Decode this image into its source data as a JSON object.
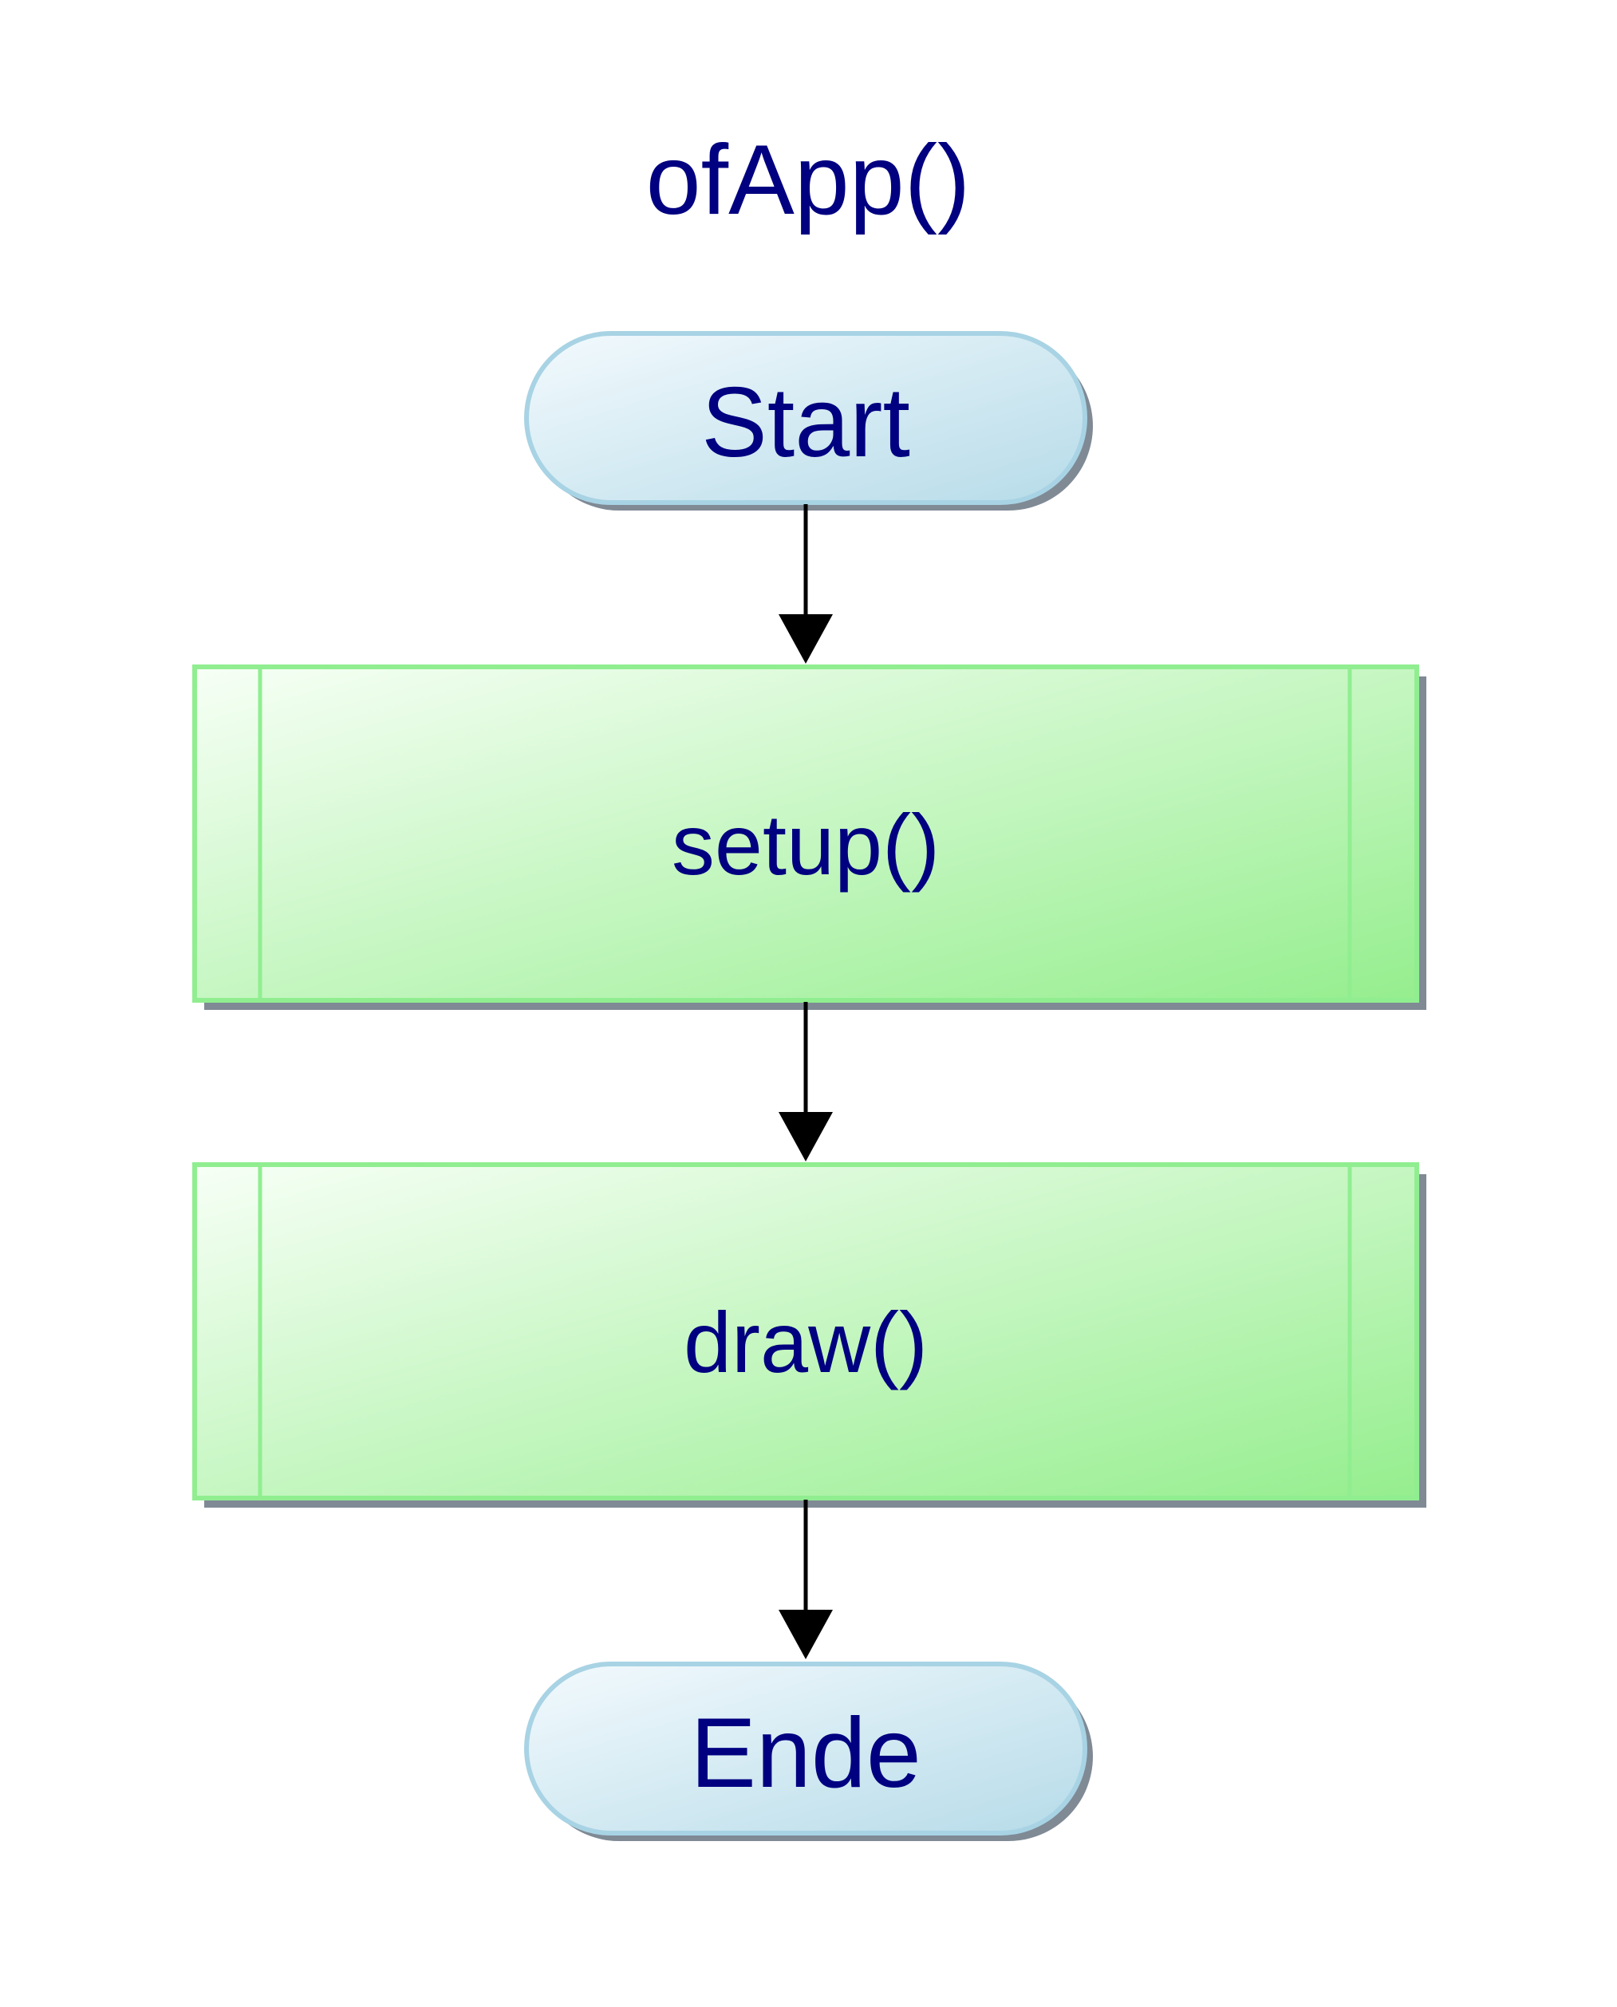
{
  "diagram": {
    "title": "ofApp()",
    "nodes": [
      {
        "id": "start",
        "shape": "terminator",
        "label": "Start"
      },
      {
        "id": "setup",
        "shape": "predefined-process",
        "label": "setup()"
      },
      {
        "id": "draw",
        "shape": "predefined-process",
        "label": "draw()"
      },
      {
        "id": "end",
        "shape": "terminator",
        "label": "Ende"
      }
    ],
    "edges": [
      {
        "from": "start",
        "to": "setup"
      },
      {
        "from": "setup",
        "to": "draw"
      },
      {
        "from": "draw",
        "to": "end"
      }
    ]
  },
  "colors": {
    "text": "#000080",
    "terminator_fill_light": "#f3fafd",
    "terminator_fill_dark": "#b6dbe9",
    "terminator_stroke": "#a8d3e4",
    "process_fill_light": "#f7fff6",
    "process_fill_dark": "#95ee8e",
    "process_stroke": "#90ee90",
    "shadow": "#7f8a95",
    "arrow": "#000000"
  }
}
